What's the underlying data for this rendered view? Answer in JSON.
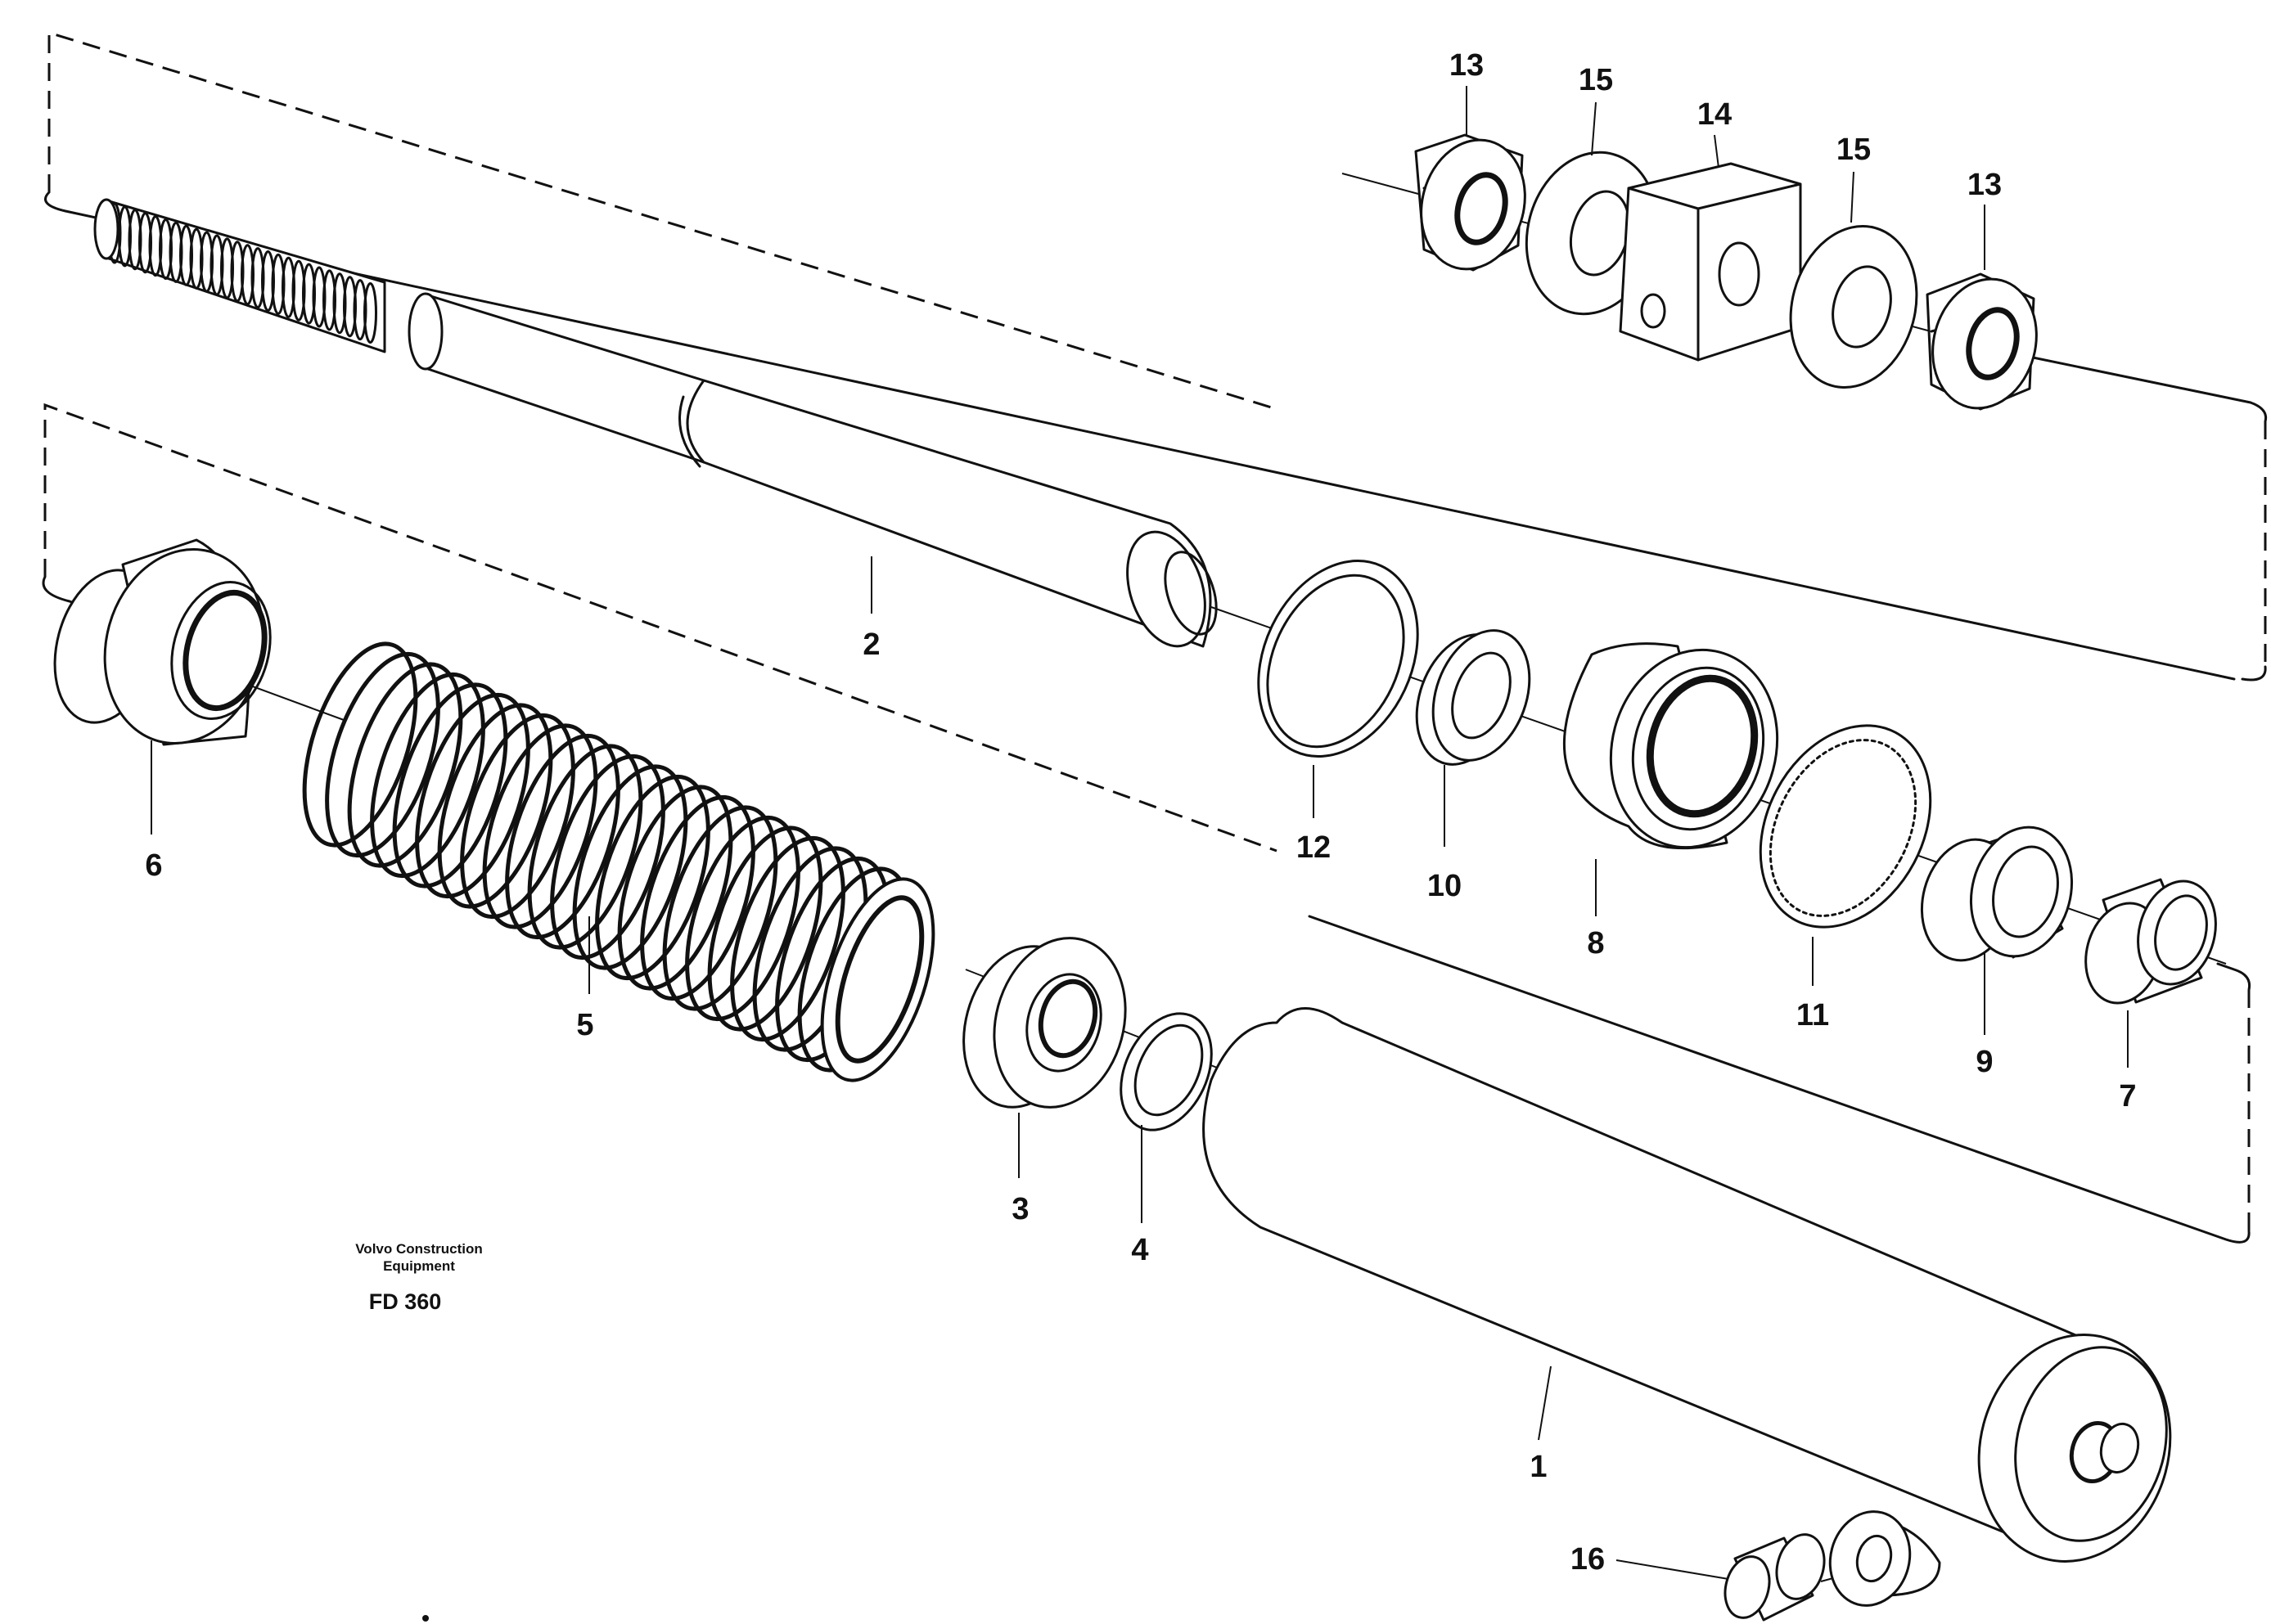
{
  "callouts": {
    "c1": "1",
    "c2": "2",
    "c3": "3",
    "c4": "4",
    "c5": "5",
    "c6": "6",
    "c7": "7",
    "c8": "8",
    "c9": "9",
    "c10": "10",
    "c11": "11",
    "c12": "12",
    "c13a": "13",
    "c13b": "13",
    "c14": "14",
    "c15a": "15",
    "c15b": "15",
    "c16": "16"
  },
  "footer": {
    "brand_line1": "Volvo Construction",
    "brand_line2": "Equipment",
    "drawing_code": "FD 360"
  },
  "colors": {
    "ink": "#111111",
    "paper": "#ffffff"
  }
}
